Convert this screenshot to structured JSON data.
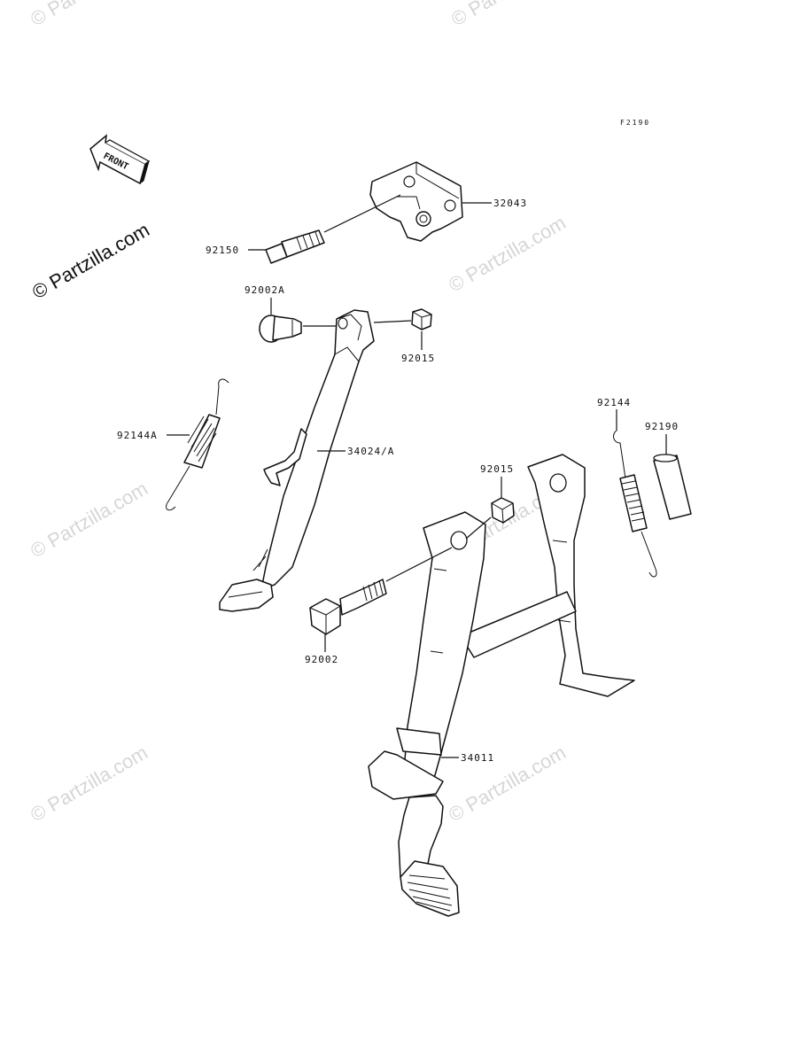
{
  "figure_code": "F2190",
  "front_marker": "FRONT",
  "copyright_text": "© Partzilla.com",
  "watermark_text": "© Partzilla.com",
  "parts": {
    "p32043": "32043",
    "p92150": "92150",
    "p92002A": "92002A",
    "p92015a": "92015",
    "p92144A": "92144A",
    "p34024A": "34024/A",
    "p92015b": "92015",
    "p92144": "92144",
    "p92190": "92190",
    "p92002": "92002",
    "p34011": "34011"
  }
}
